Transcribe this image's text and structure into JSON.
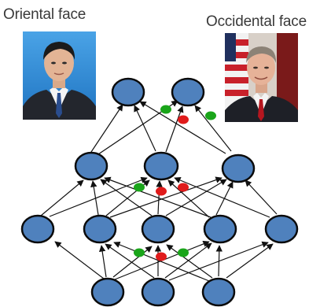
{
  "labels": {
    "oriental": "Oriental face",
    "occidental": "Occidental face"
  },
  "photos": {
    "oriental": {
      "subject": "portrait-photo",
      "background": "#2f8fd6"
    },
    "occidental": {
      "subject": "portrait-photo",
      "background": "#b5161f"
    }
  },
  "network": {
    "node_fill": "#4f81bd",
    "node_stroke": "#0b0b0b",
    "edge_color": "#111111",
    "layers": {
      "input_nodes": 3,
      "hidden_1_nodes": 5,
      "hidden_2_nodes": 3,
      "output_nodes": 2
    },
    "activation_colors": {
      "green": "#1aa51a",
      "red": "#e01b1b"
    }
  }
}
